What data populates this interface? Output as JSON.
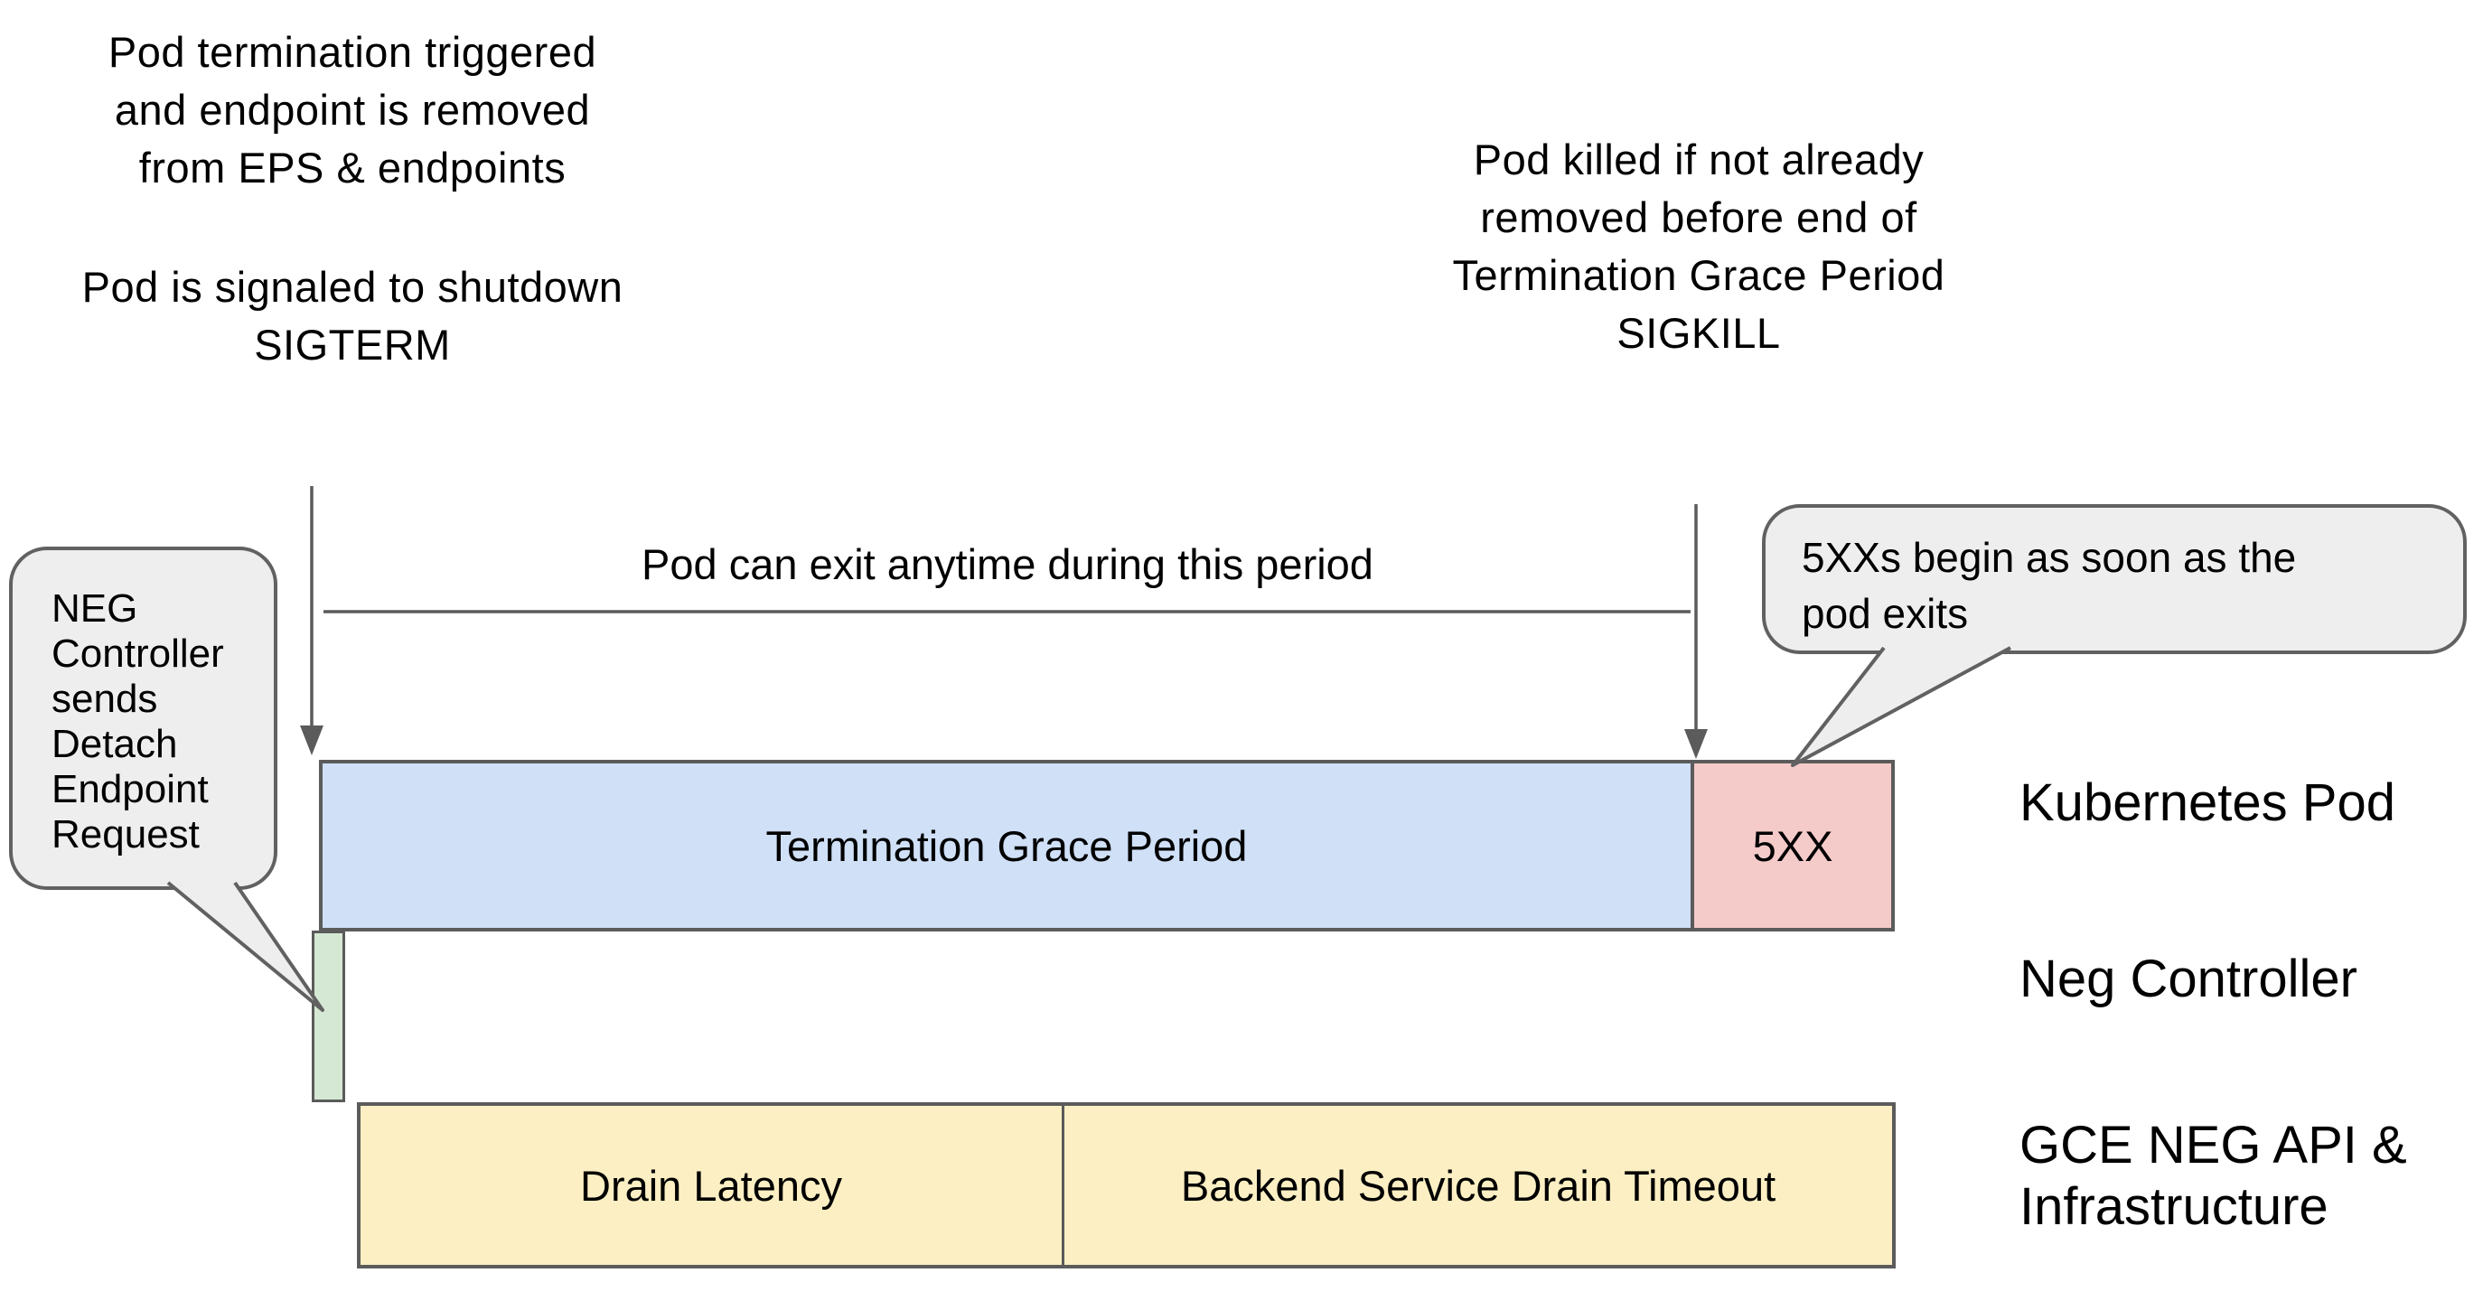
{
  "annotations": {
    "pod_termination": "Pod termination triggered\nand endpoint is removed\nfrom EPS & endpoints",
    "pod_sigterm": "Pod is signaled to shutdown\nSIGTERM",
    "pod_killed": "Pod killed if not already\nremoved before end of\nTermination Grace Period\nSIGKILL",
    "exit_period": "Pod can exit anytime during this period"
  },
  "callouts": {
    "neg_controller": "NEG\nController\nsends\nDetach\nEndpoint\nRequest",
    "fivexx": "5XXs begin as soon as the\npod exits"
  },
  "timeline": {
    "kubernetes_pod_row": {
      "grace_period_label": "Termination Grace Period",
      "error_label": "5XX"
    },
    "gce_row": {
      "drain_latency_label": "Drain Latency",
      "backend_drain_label": "Backend Service Drain Timeout"
    }
  },
  "row_labels": {
    "kubernetes_pod": "Kubernetes Pod",
    "neg_controller": "Neg Controller",
    "gce_infra": "GCE NEG API &\nInfrastructure"
  },
  "colors": {
    "blue_fill": "#cfe0f7",
    "pink_fill": "#f5cbca",
    "green_fill": "#d5e8d4",
    "yellow_fill": "#fcefc3",
    "callout_fill": "#eeeeee",
    "stroke": "#5b5b5b",
    "text": "#000000"
  }
}
